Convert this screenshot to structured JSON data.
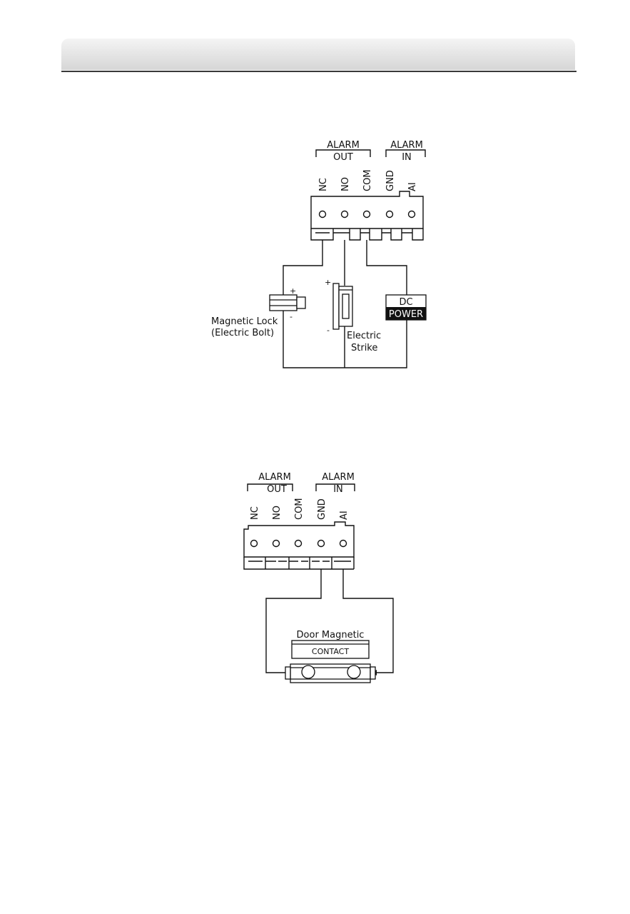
{
  "diagram1": {
    "group_alarm_out": [
      "ALARM",
      "OUT"
    ],
    "group_alarm_in": [
      "ALARM",
      "IN"
    ],
    "terminals": [
      "NC",
      "NO",
      "COM",
      "GND",
      "AI"
    ],
    "magnetic_lock": [
      "Magnetic Lock",
      "(Electric Bolt)"
    ],
    "electric_strike": [
      "Electric",
      "Strike"
    ],
    "dc_power": [
      "DC",
      "POWER"
    ],
    "plus": "+",
    "minus": "-"
  },
  "diagram2": {
    "group_alarm_out": [
      "ALARM",
      "OUT"
    ],
    "group_alarm_in": [
      "ALARM",
      "IN"
    ],
    "terminals": [
      "NC",
      "NO",
      "COM",
      "GND",
      "AI"
    ],
    "door_magnetic": "Door Magnetic",
    "contact": "CONTACT"
  }
}
